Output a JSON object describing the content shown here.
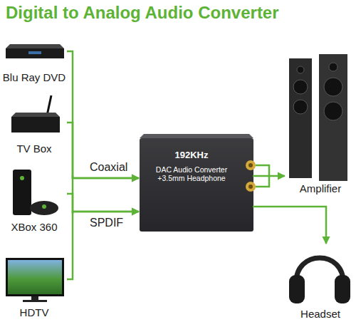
{
  "diagram": {
    "title": "Digital to Analog Audio Converter",
    "nodes": [
      {
        "text": [
          "Blu Ray DVD"
        ]
      },
      {
        "text": [
          "TV Box"
        ]
      },
      {
        "text": [
          "XBox 360"
        ]
      },
      {
        "text": [
          "HDTV"
        ]
      },
      {
        "text": [
          "192KHz",
          "DAC Audio Converter",
          "+3.5mm Headphone"
        ]
      },
      {
        "text": [
          "Amplifier"
        ]
      },
      {
        "text": [
          "Headset"
        ]
      }
    ],
    "edges": [
      {
        "from": 0,
        "to": 4,
        "arrow": "to"
      },
      {
        "from": 1,
        "to": 4,
        "arrow": "to"
      },
      {
        "from": 2,
        "to": 4,
        "arrow": "to"
      },
      {
        "from": 3,
        "to": 4,
        "arrow": "to"
      },
      {
        "from": 4,
        "to": 5,
        "arrow": "to"
      },
      {
        "from": 4,
        "to": 6,
        "arrow": "to"
      }
    ],
    "labels": [
      "Coaxial",
      "SPDIF"
    ]
  }
}
